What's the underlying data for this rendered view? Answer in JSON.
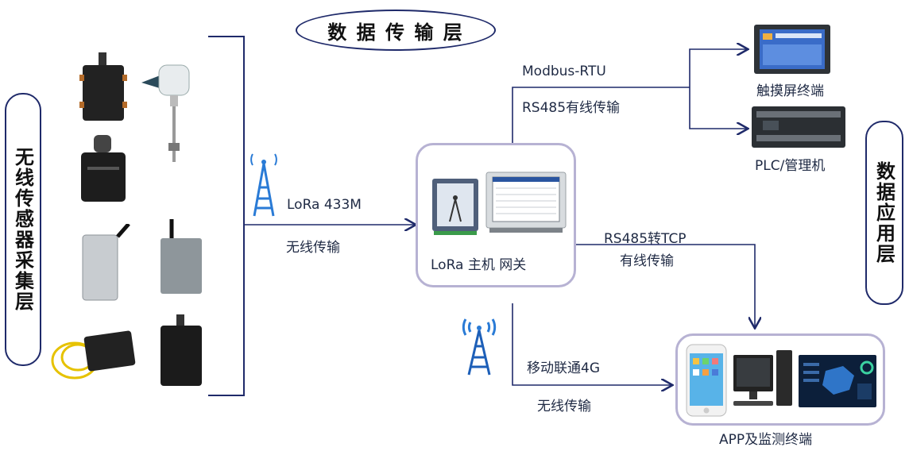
{
  "layers": {
    "transport": "数 据 传 输 层",
    "sensor": "无线传感器采集层",
    "application": "数据应用层"
  },
  "links": {
    "lora": {
      "protocol": "LoRa 433M",
      "medium": "无线传输"
    },
    "modbus": {
      "protocol": "Modbus-RTU",
      "medium": "RS485有线传输"
    },
    "tcp": {
      "protocol": "RS485转TCP",
      "medium": "有线传输"
    },
    "cellular": {
      "protocol": "移动联通4G",
      "medium": "无线传输"
    }
  },
  "nodes": {
    "gateway": "LoRa 主机 网关",
    "touchscreen": "触摸屏终端",
    "plc": "PLC/管理机",
    "app": "APP及监测终端"
  },
  "colors": {
    "line": "#1f2a6a",
    "box_border": "#b7b2d3",
    "text": "#1f2a44"
  }
}
